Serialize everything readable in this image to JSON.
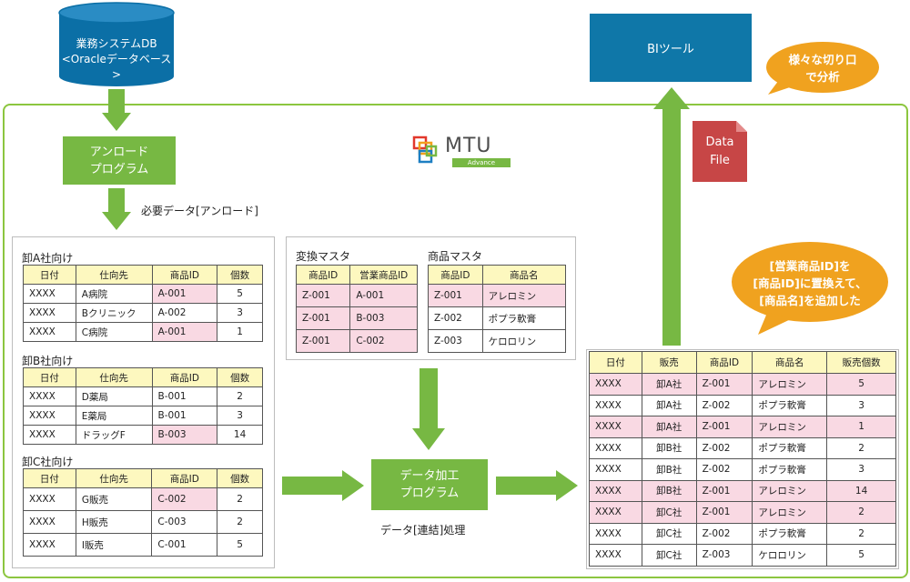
{
  "db": {
    "line1": "業務システムDB",
    "line2": "<Oracleデータベース>"
  },
  "unload_box": {
    "line1": "アンロード",
    "line2": "プログラム"
  },
  "unload_note": "必要データ[アンロード]",
  "logo": {
    "main": "MTU",
    "sub": "Advance"
  },
  "sources": [
    {
      "title": "卸A社向け",
      "headers": [
        "日付",
        "仕向先",
        "商品ID",
        "個数"
      ],
      "rows": [
        [
          "XXXX",
          "A病院",
          "A-001",
          "5"
        ],
        [
          "XXXX",
          "Bクリニック",
          "A-002",
          "3"
        ],
        [
          "XXXX",
          "C病院",
          "A-001",
          "1"
        ]
      ]
    },
    {
      "title": "卸B社向け",
      "headers": [
        "日付",
        "仕向先",
        "商品ID",
        "個数"
      ],
      "rows": [
        [
          "XXXX",
          "D薬局",
          "B-001",
          "2"
        ],
        [
          "XXXX",
          "E薬局",
          "B-001",
          "3"
        ],
        [
          "XXXX",
          "ドラッグF",
          "B-003",
          "14"
        ]
      ]
    },
    {
      "title": "卸C社向け",
      "headers": [
        "日付",
        "仕向先",
        "商品ID",
        "個数"
      ],
      "rows": [
        [
          "XXXX",
          "G販売",
          "C-002",
          "2"
        ],
        [
          "XXXX",
          "H販売",
          "C-003",
          "2"
        ],
        [
          "XXXX",
          "I販売",
          "C-001",
          "5"
        ]
      ]
    }
  ],
  "conv_master": {
    "title": "変換マスタ",
    "headers": [
      "商品ID",
      "営業商品ID"
    ],
    "rows": [
      [
        "Z-001",
        "A-001"
      ],
      [
        "Z-001",
        "B-003"
      ],
      [
        "Z-001",
        "C-002"
      ]
    ]
  },
  "product_master": {
    "title": "商品マスタ",
    "headers": [
      "商品ID",
      "商品名"
    ],
    "rows": [
      [
        "Z-001",
        "アレロミン"
      ],
      [
        "Z-002",
        "ポプラ軟膏"
      ],
      [
        "Z-003",
        "ケロロリン"
      ]
    ]
  },
  "process_box": {
    "line1": "データ加工",
    "line2": "プログラム"
  },
  "process_note": "データ[連結]処理",
  "bi_tool": "BIツール",
  "bubble_top": {
    "line1": "様々な切り口",
    "line2": "で分析"
  },
  "datafile": {
    "line1": "Data",
    "line2": "File"
  },
  "bubble_mid": {
    "line1": "[営業商品ID]を",
    "line2": "[商品ID]に置換えて、",
    "line3": "[商品名]を追加した"
  },
  "result": {
    "headers": [
      "日付",
      "販売",
      "商品ID",
      "商品名",
      "販売個数"
    ],
    "rows": [
      [
        "XXXX",
        "卸A社",
        "Z-001",
        "アレロミン",
        "5"
      ],
      [
        "XXXX",
        "卸A社",
        "Z-002",
        "ポプラ軟膏",
        "3"
      ],
      [
        "XXXX",
        "卸A社",
        "Z-001",
        "アレロミン",
        "1"
      ],
      [
        "XXXX",
        "卸B社",
        "Z-002",
        "ポプラ軟膏",
        "2"
      ],
      [
        "XXXX",
        "卸B社",
        "Z-002",
        "ポプラ軟膏",
        "3"
      ],
      [
        "XXXX",
        "卸B社",
        "Z-001",
        "アレロミン",
        "14"
      ],
      [
        "XXXX",
        "卸C社",
        "Z-001",
        "アレロミン",
        "2"
      ],
      [
        "XXXX",
        "卸C社",
        "Z-002",
        "ポプラ軟膏",
        "2"
      ],
      [
        "XXXX",
        "卸C社",
        "Z-003",
        "ケロロリン",
        "5"
      ]
    ]
  },
  "colors": {
    "green": "#77b843",
    "frame": "#8cc63f",
    "db_blue": "#0b6fa6",
    "bi_blue": "#0f77a8",
    "bubble_orange": "#f0a21f",
    "datafile_red": "#c74646",
    "header_yellow": "#fdf8bf",
    "highlight_pink": "#f9d9e3"
  }
}
